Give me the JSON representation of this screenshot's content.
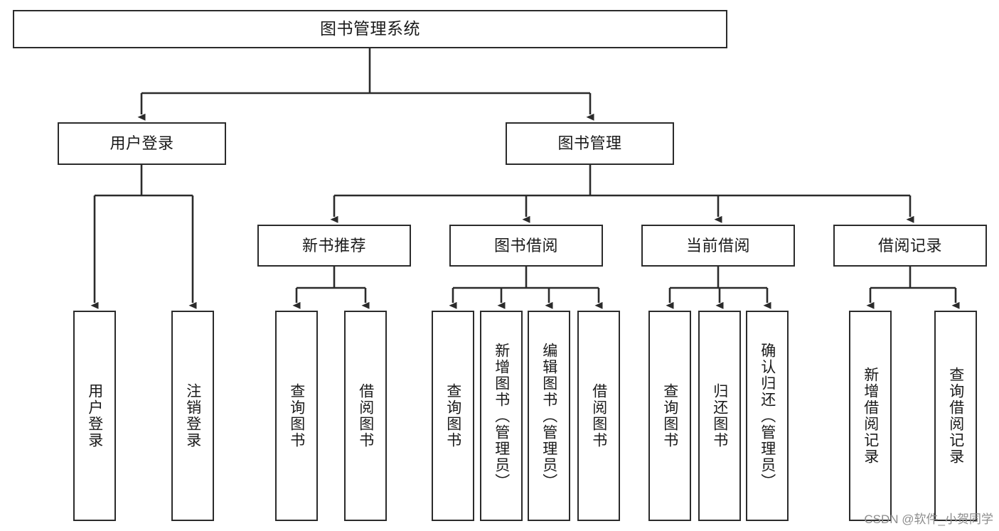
{
  "diagram": {
    "title": "图书管理系统",
    "type": "tree",
    "watermark": "CSDN @软件_小贺同学",
    "colors": {
      "box_border": "#2b2b2b",
      "box_fill": "#ffffff",
      "edge": "#2b2b2b",
      "text": "#1a1a1a",
      "watermark": "#8d8d8d",
      "background": "#ffffff"
    },
    "nodes": {
      "root": {
        "label": "图书管理系统"
      },
      "level2": [
        {
          "id": "user-login",
          "label": "用户登录"
        },
        {
          "id": "book-manage",
          "label": "图书管理"
        }
      ],
      "level3": [
        {
          "id": "new-book-rec",
          "label": "新书推荐"
        },
        {
          "id": "book-borrow",
          "label": "图书借阅"
        },
        {
          "id": "current-borrow",
          "label": "当前借阅"
        },
        {
          "id": "borrow-record",
          "label": "借阅记录"
        }
      ],
      "leaves": {
        "user_login": [
          {
            "id": "leaf-user-login",
            "label": "用户登录"
          },
          {
            "id": "leaf-logout",
            "label": "注销登录"
          }
        ],
        "new_book_rec": [
          {
            "id": "leaf-query-book-1",
            "label": "查询图书"
          },
          {
            "id": "leaf-borrow-book-1",
            "label": "借阅图书"
          }
        ],
        "book_borrow": [
          {
            "id": "leaf-query-book-2",
            "label": "查询图书"
          },
          {
            "id": "leaf-add-book",
            "label": "新增图书（管理员）"
          },
          {
            "id": "leaf-edit-book",
            "label": "编辑图书（管理员）"
          },
          {
            "id": "leaf-borrow-book-2",
            "label": "借阅图书"
          }
        ],
        "current_borrow": [
          {
            "id": "leaf-query-book-3",
            "label": "查询图书"
          },
          {
            "id": "leaf-return-book",
            "label": "归还图书"
          },
          {
            "id": "leaf-confirm-return",
            "label": "确认归还（管理员）"
          }
        ],
        "borrow_record": [
          {
            "id": "leaf-add-record",
            "label": "新增借阅记录"
          },
          {
            "id": "leaf-query-record",
            "label": "查询借阅记录"
          }
        ]
      }
    }
  }
}
